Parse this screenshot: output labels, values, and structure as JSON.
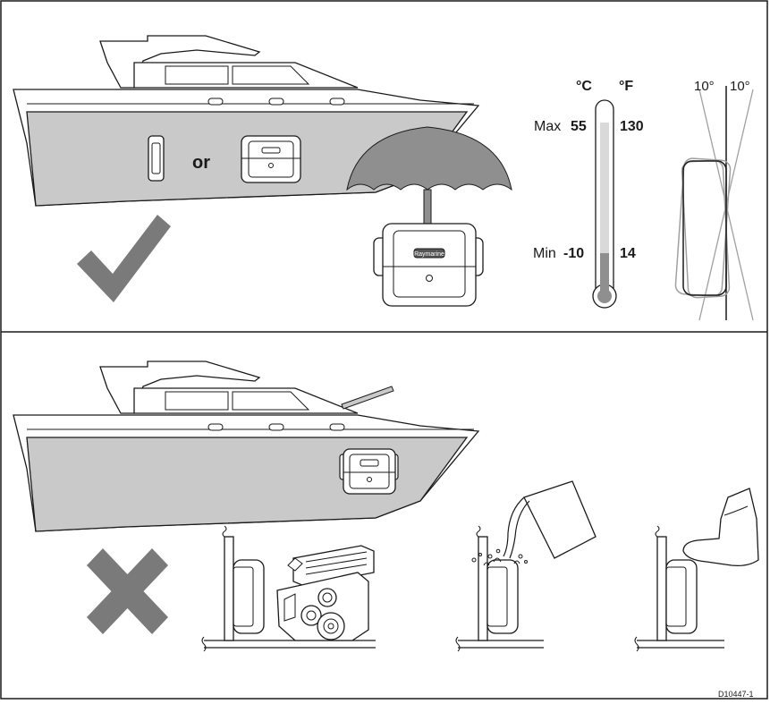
{
  "top_panel": {
    "or_text": "or",
    "device_brand": "Raymarine"
  },
  "thermometer": {
    "celsius_unit": "°C",
    "fahrenheit_unit": "°F",
    "max_label": "Max",
    "max_celsius": "55",
    "max_fahrenheit": "130",
    "min_label": "Min",
    "min_celsius": "-10",
    "min_fahrenheit": "14"
  },
  "tilt": {
    "left_angle": "10°",
    "right_angle": "10°"
  },
  "figure_id": "D10447-1",
  "colors": {
    "hull": "#c9c9c9",
    "check": "#7a7a7a",
    "cross": "#7a7a7a",
    "umbrella": "#8f8f8f",
    "tilt_lines": "#a0a0a0"
  }
}
